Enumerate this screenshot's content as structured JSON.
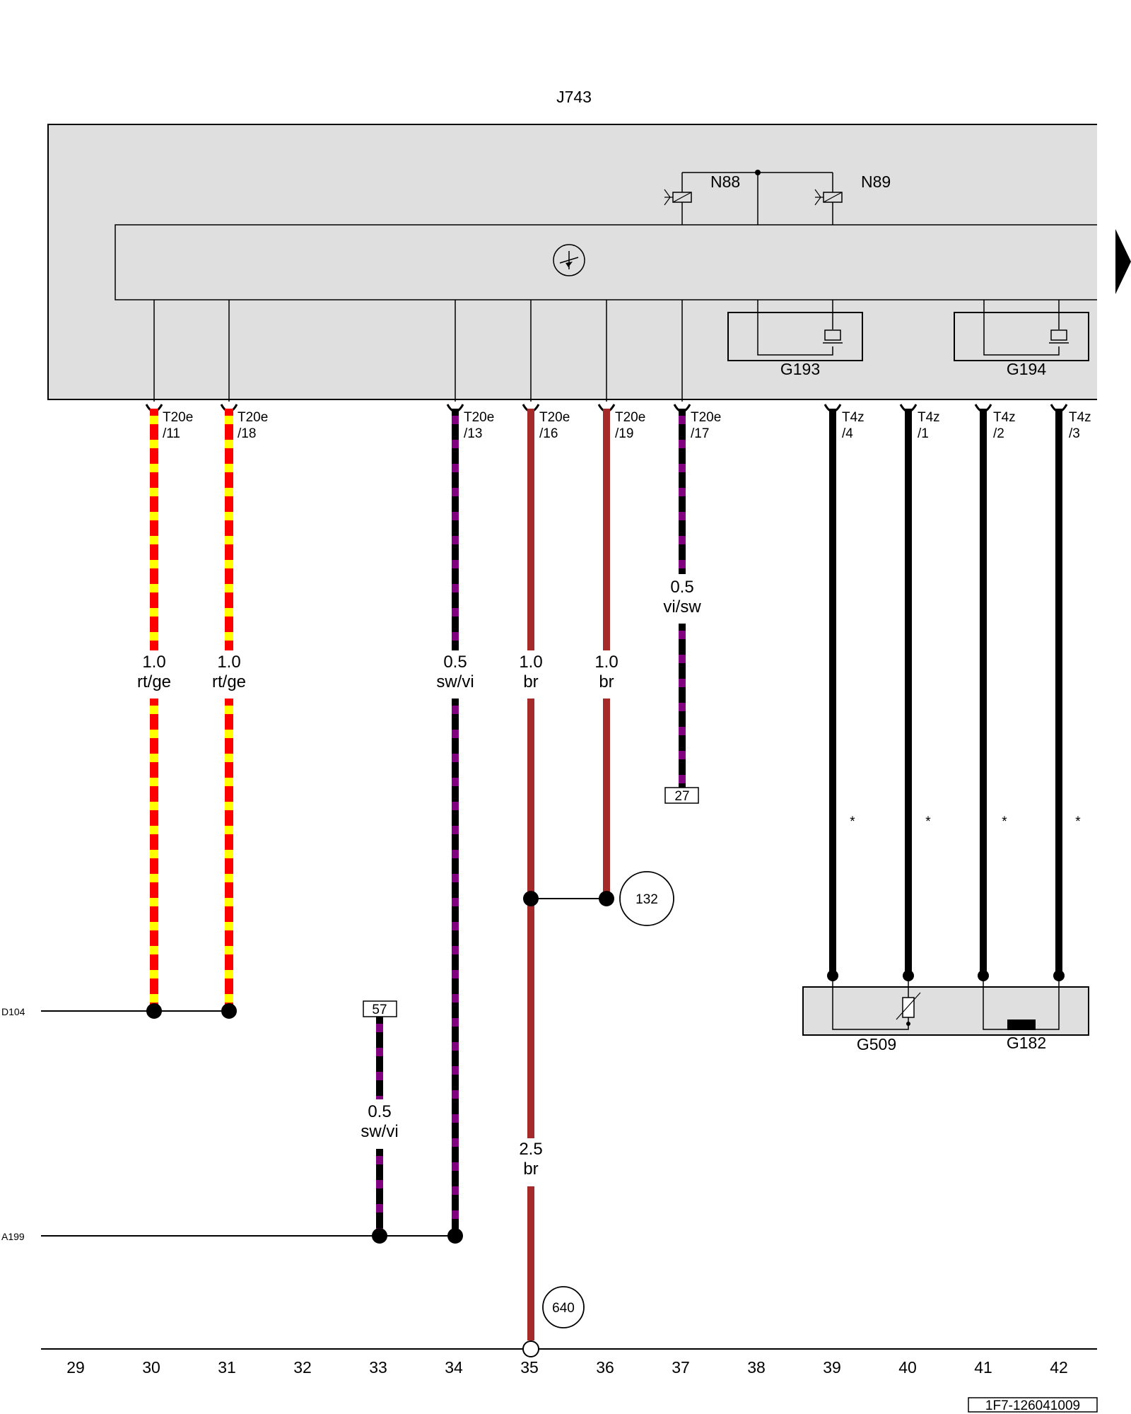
{
  "module": {
    "name": "J743"
  },
  "components": {
    "n88": "N88",
    "n89": "N89",
    "g193": "G193",
    "g194": "G194",
    "g509": "G509",
    "g182": "G182"
  },
  "pins": [
    {
      "id": "p11",
      "conn": "T20e",
      "pin": "/11"
    },
    {
      "id": "p18",
      "conn": "T20e",
      "pin": "/18"
    },
    {
      "id": "p13",
      "conn": "T20e",
      "pin": "/13"
    },
    {
      "id": "p16",
      "conn": "T20e",
      "pin": "/16"
    },
    {
      "id": "p19",
      "conn": "T20e",
      "pin": "/19"
    },
    {
      "id": "p17",
      "conn": "T20e",
      "pin": "/17"
    },
    {
      "id": "p4",
      "conn": "T4z",
      "pin": "/4"
    },
    {
      "id": "p1",
      "conn": "T4z",
      "pin": "/1"
    },
    {
      "id": "p2",
      "conn": "T4z",
      "pin": "/2"
    },
    {
      "id": "p3",
      "conn": "T4z",
      "pin": "/3"
    }
  ],
  "wires": {
    "w30": {
      "size": "1.0",
      "color": "rt/ge"
    },
    "w31": {
      "size": "1.0",
      "color": "rt/ge"
    },
    "w34": {
      "size": "0.5",
      "color": "sw/vi"
    },
    "w35a": {
      "size": "1.0",
      "color": "br"
    },
    "w36": {
      "size": "1.0",
      "color": "br"
    },
    "w37": {
      "size": "0.5",
      "color": "vi/sw"
    },
    "w33": {
      "size": "0.5",
      "color": "sw/vi"
    },
    "w35b": {
      "size": "2.5",
      "color": "br"
    }
  },
  "asterisk": "*",
  "refs": {
    "r27": "27",
    "r57": "57",
    "r132": "132",
    "r640": "640"
  },
  "side_labels": {
    "d104": "D104",
    "a199": "A199"
  },
  "grid_numbers": [
    "29",
    "30",
    "31",
    "32",
    "33",
    "34",
    "35",
    "36",
    "37",
    "38",
    "39",
    "40",
    "41",
    "42"
  ],
  "footer": {
    "code": "1F7-126041009"
  },
  "wire_colors": {
    "rt": "#ff0000",
    "ge": "#ffff00",
    "sw": "#000000",
    "vi": "#800080",
    "br": "#a52a2a",
    "module_fill": "#dfdfdf"
  }
}
